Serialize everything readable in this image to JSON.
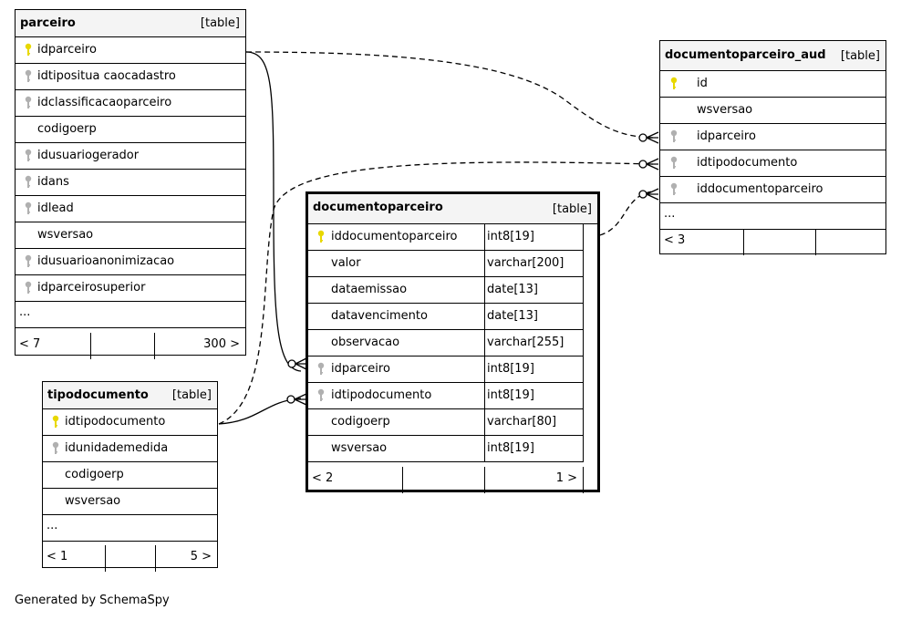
{
  "tables": {
    "parceiro": {
      "name": "parceiro",
      "type": "[table]",
      "columns": [
        {
          "name": "idparceiro",
          "key": "primary"
        },
        {
          "name": "idtipositua caocadastro",
          "key": "foreign"
        },
        {
          "name": "idclassificacaoparceiro",
          "key": "foreign"
        },
        {
          "name": "codigoerp",
          "key": "none"
        },
        {
          "name": "idusuariogerador",
          "key": "foreign"
        },
        {
          "name": "idans",
          "key": "foreign"
        },
        {
          "name": "idlead",
          "key": "foreign"
        },
        {
          "name": "wsversao",
          "key": "none"
        },
        {
          "name": "idusuarioanonimizacao",
          "key": "foreign"
        },
        {
          "name": "idparceirosuperior",
          "key": "foreign"
        }
      ],
      "more": "...",
      "footer": {
        "left": "< 7",
        "right": "300 >"
      }
    },
    "tipodocumento": {
      "name": "tipodocumento",
      "type": "[table]",
      "columns": [
        {
          "name": "idtipodocumento",
          "key": "primary"
        },
        {
          "name": "idunidademedida",
          "key": "foreign"
        },
        {
          "name": "codigoerp",
          "key": "none"
        },
        {
          "name": "wsversao",
          "key": "none"
        }
      ],
      "more": "...",
      "footer": {
        "left": "< 1",
        "right": "5 >"
      }
    },
    "documentoparceiro": {
      "name": "documentoparceiro",
      "type": "[table]",
      "columns": [
        {
          "name": "iddocumentoparceiro",
          "key": "primary",
          "type": "int8[19]"
        },
        {
          "name": "valor",
          "key": "none",
          "type": "varchar[200]"
        },
        {
          "name": "dataemissao",
          "key": "none",
          "type": "date[13]"
        },
        {
          "name": "datavencimento",
          "key": "none",
          "type": "date[13]"
        },
        {
          "name": "observacao",
          "key": "none",
          "type": "varchar[255]"
        },
        {
          "name": "idparceiro",
          "key": "foreign",
          "type": "int8[19]"
        },
        {
          "name": "idtipodocumento",
          "key": "foreign",
          "type": "int8[19]"
        },
        {
          "name": "codigoerp",
          "key": "none",
          "type": "varchar[80]"
        },
        {
          "name": "wsversao",
          "key": "none",
          "type": "int8[19]"
        }
      ],
      "footer": {
        "left": "< 2",
        "right": "1 >"
      }
    },
    "documentoparceiro_aud": {
      "name": "documentoparceiro_aud",
      "type": "[table]",
      "columns": [
        {
          "name": "id",
          "key": "primary"
        },
        {
          "name": "wsversao",
          "key": "none"
        },
        {
          "name": "idparceiro",
          "key": "foreign"
        },
        {
          "name": "idtipodocumento",
          "key": "foreign"
        },
        {
          "name": "iddocumentoparceiro",
          "key": "foreign"
        }
      ],
      "more": "...",
      "footer": {
        "left": "< 3",
        "right": ""
      }
    }
  },
  "footer_text": "Generated by SchemaSpy",
  "colors": {
    "primary_key": "#e8d800",
    "foreign_key": "#b0b0b0",
    "header_bg": "#f4f4f4"
  }
}
